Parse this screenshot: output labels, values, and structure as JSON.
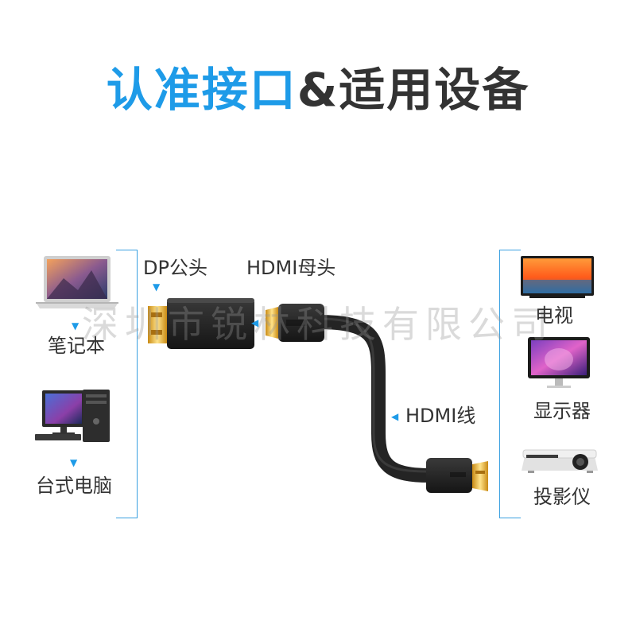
{
  "title": {
    "part_blue": "认准接口",
    "part_dark": "&适用设备"
  },
  "left_devices": [
    {
      "label": "笔记本",
      "icon": "laptop-icon"
    },
    {
      "label": "台式电脑",
      "icon": "desktop-computer-icon"
    }
  ],
  "right_devices": [
    {
      "label": "电视",
      "icon": "tv-icon"
    },
    {
      "label": "显示器",
      "icon": "monitor-icon"
    },
    {
      "label": "投影仪",
      "icon": "projector-icon"
    }
  ],
  "labels": {
    "dp_male": "DP公头",
    "hdmi_female": "HDMI母头",
    "hdmi_cable": "HDMI线"
  },
  "watermark": "深圳市锐林科技有限公司",
  "colors": {
    "accent": "#1e9be8",
    "gold": "#e3b33a",
    "cable": "#2b2b2b"
  }
}
